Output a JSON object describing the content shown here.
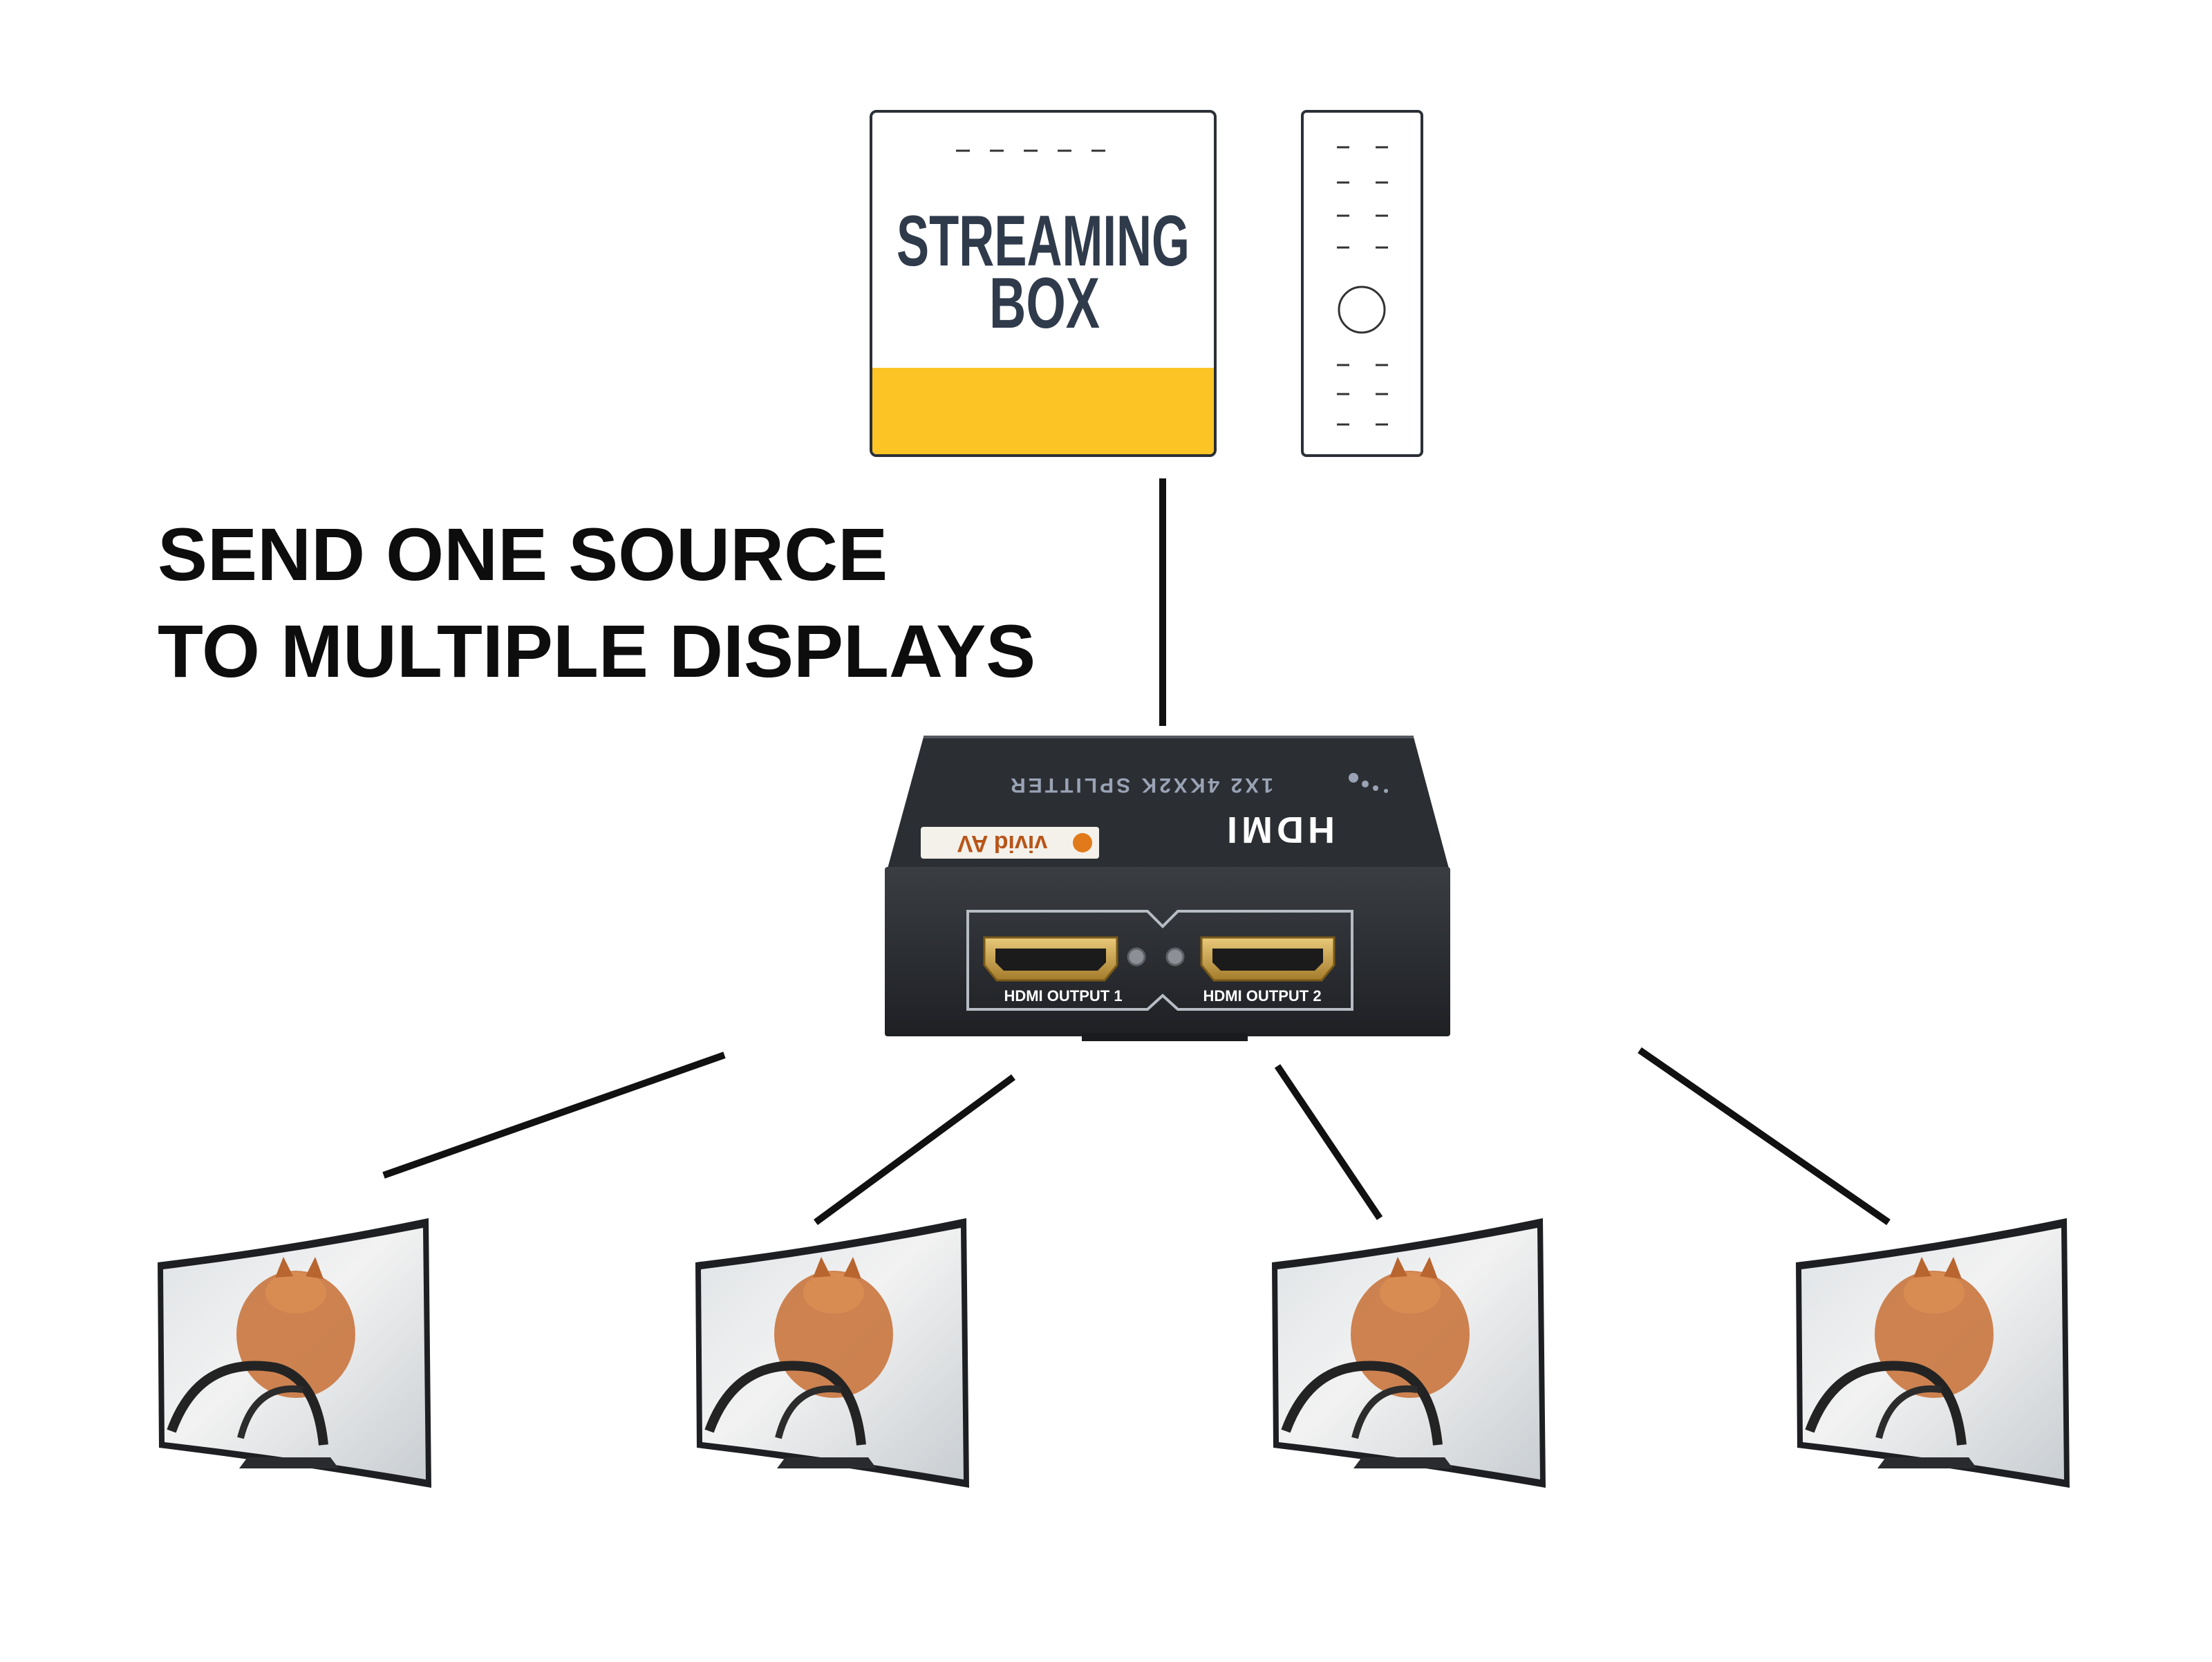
{
  "headline": {
    "line1": "SEND ONE SOURCE",
    "line2": "TO MULTIPLE DISPLAYS"
  },
  "source_device": {
    "label_line1": "STREAMING",
    "label_line2": "BOX",
    "accent_color": "#FCC425",
    "text_color": "#2F3A4B"
  },
  "splitter": {
    "top_text": "1X2 4KX2K SPLITTER",
    "brand": "HDMI",
    "port_labels": [
      "HDMI OUTPUT 1",
      "HDMI OUTPUT 2"
    ],
    "logo_text": "vivid AV"
  },
  "displays": [
    {
      "name": "display-1"
    },
    {
      "name": "display-2"
    },
    {
      "name": "display-3"
    },
    {
      "name": "display-4"
    }
  ]
}
